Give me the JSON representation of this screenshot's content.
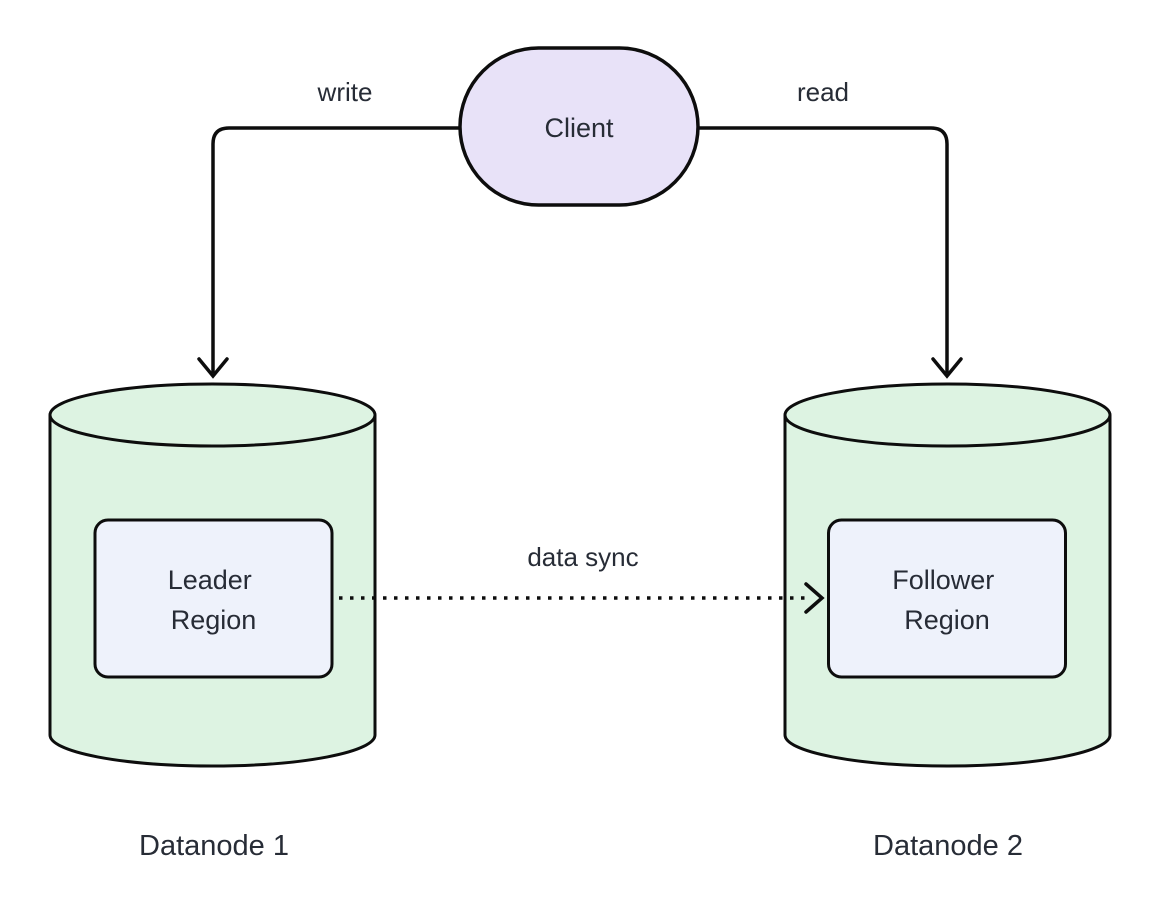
{
  "diagram": {
    "client": {
      "label": "Client"
    },
    "edges": {
      "write": {
        "label": "write"
      },
      "read": {
        "label": "read"
      },
      "data_sync": {
        "label": "data sync"
      }
    },
    "datanode1": {
      "caption": "Datanode 1",
      "region": {
        "label": "Leader Region",
        "lines": [
          "Leader",
          "Region"
        ]
      }
    },
    "datanode2": {
      "caption": "Datanode 2",
      "region": {
        "label": "Follower Region",
        "lines": [
          "Follower",
          "Region"
        ]
      }
    },
    "colors": {
      "background": "#ffffff",
      "stroke": "#0d0d0d",
      "text": "#272c36",
      "client_fill": "#e8e2f8",
      "cylinder_fill": "#ddf3e2",
      "region_fill": "#eef2fb"
    }
  }
}
